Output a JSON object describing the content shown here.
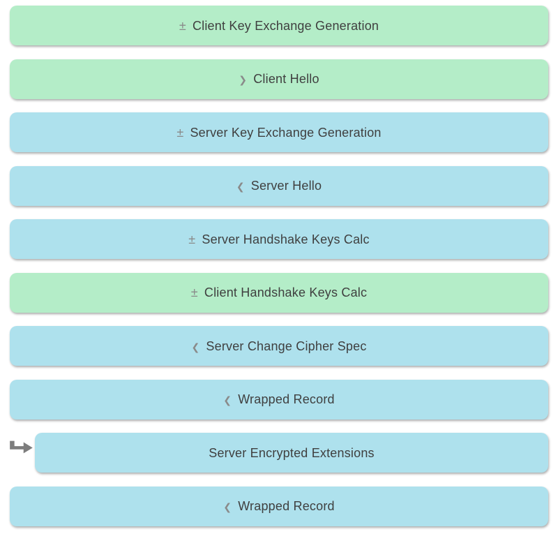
{
  "colors": {
    "page_bg": "#ffffff",
    "client_bg": "#b4edc8",
    "server_bg": "#aee1ed",
    "label_text": "#3f3f3f",
    "prefix_icon": "#8a8a8a",
    "pointer_arrow": "#7d7d7d"
  },
  "rows": [
    {
      "label": "Client Key Exchange Generation",
      "prefix": "±",
      "icon": "plus-minus-icon",
      "side": "client",
      "indented": false
    },
    {
      "label": "Client Hello",
      "prefix": "❯",
      "icon": "chevron-right-icon",
      "side": "client",
      "indented": false
    },
    {
      "label": "Server Key Exchange Generation",
      "prefix": "±",
      "icon": "plus-minus-icon",
      "side": "server",
      "indented": false
    },
    {
      "label": "Server Hello",
      "prefix": "❮",
      "icon": "chevron-left-icon",
      "side": "server",
      "indented": false
    },
    {
      "label": "Server Handshake Keys Calc",
      "prefix": "±",
      "icon": "plus-minus-icon",
      "side": "server",
      "indented": false
    },
    {
      "label": "Client Handshake Keys Calc",
      "prefix": "±",
      "icon": "plus-minus-icon",
      "side": "client",
      "indented": false
    },
    {
      "label": "Server Change Cipher Spec",
      "prefix": "❮",
      "icon": "chevron-left-icon",
      "side": "server",
      "indented": false
    },
    {
      "label": "Wrapped Record",
      "prefix": "❮",
      "icon": "chevron-left-icon",
      "side": "server",
      "indented": false
    },
    {
      "label": "Server Encrypted Extensions",
      "prefix": "",
      "icon": "pointer-arrow-icon",
      "side": "server",
      "indented": true
    },
    {
      "label": "Wrapped Record",
      "prefix": "❮",
      "icon": "chevron-left-icon",
      "side": "server",
      "indented": false
    }
  ]
}
